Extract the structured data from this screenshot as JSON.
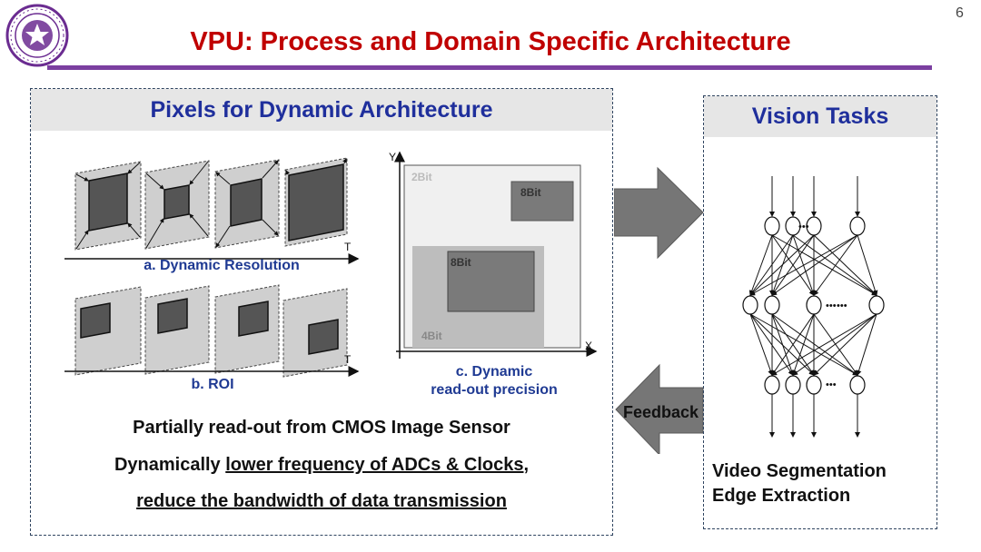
{
  "page": {
    "number": "6"
  },
  "header": {
    "title": "VPU: Process and Domain Specific Architecture"
  },
  "left_panel": {
    "title": "Pixels for Dynamic Architecture",
    "caption_a": "a. Dynamic Resolution",
    "caption_b": "b. ROI",
    "caption_c_line1": "c. Dynamic",
    "caption_c_line2": "read-out precision",
    "axis_t": "T",
    "axis_y": "Y",
    "axis_x": "X",
    "label_2bit": "2Bit",
    "label_8bit_small": "8Bit",
    "label_8bit_large": "8Bit",
    "label_4bit": "4Bit",
    "line1": "Partially read-out from CMOS Image Sensor",
    "line2_prefix": "Dynamically ",
    "line2_underlined": "lower frequency of ADCs & Clocks",
    "line2_suffix": ",",
    "line3": "reduce the bandwidth of data transmission"
  },
  "arrows": {
    "feedback_label": "Feedback"
  },
  "right_panel": {
    "title": "Vision Tasks",
    "ellipsis": "•••",
    "task1": "Video Segmentation",
    "task2": "Edge Extraction"
  },
  "colors": {
    "title": "#c00000",
    "rule": "#7b3fa0",
    "heading": "#1f2f9c",
    "caption": "#1f3a93",
    "arrow": "#737373"
  }
}
